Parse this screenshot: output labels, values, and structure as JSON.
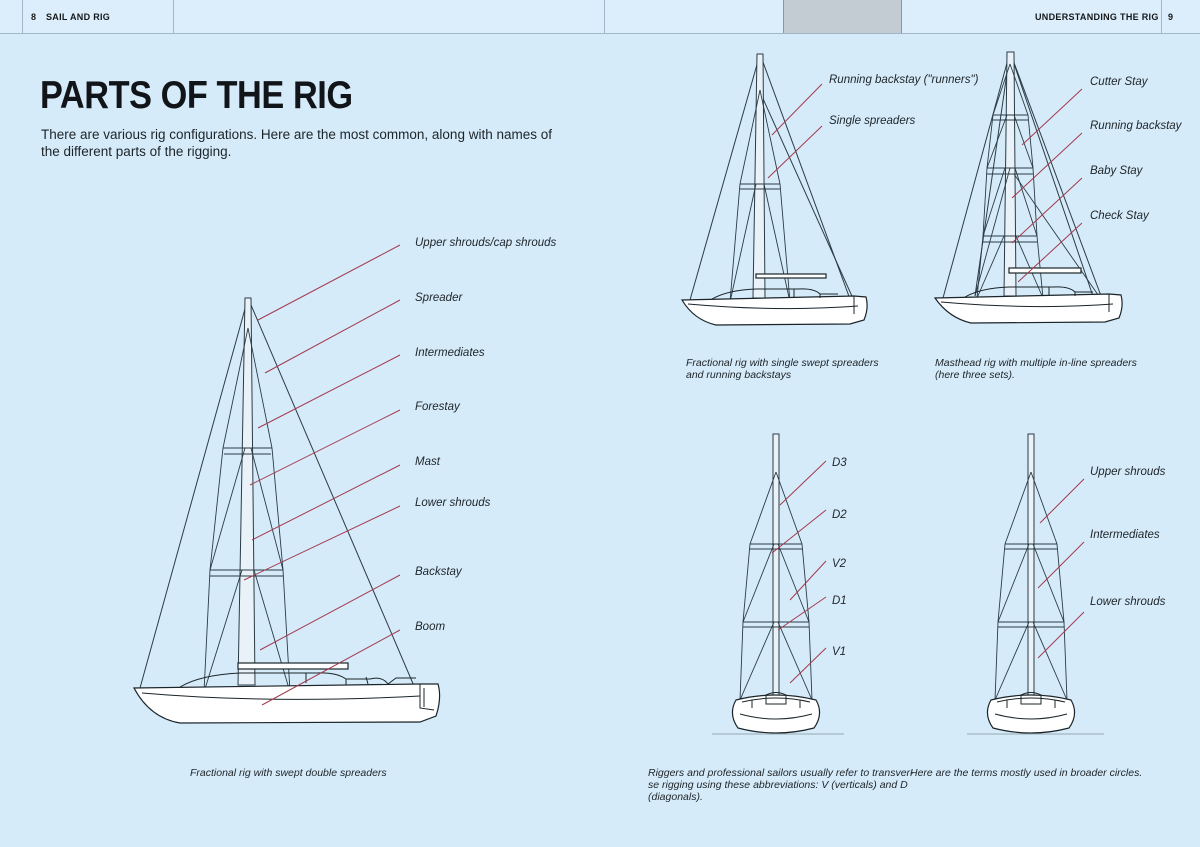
{
  "header": {
    "left_page_number": "8",
    "left_section": "SAIL AND RIG",
    "right_section": "UNDERSTANDING THE RIG",
    "right_page_number": "9"
  },
  "page": {
    "title": "PARTS OF THE RIG",
    "intro": "There are various rig configurations. Here are the most common, along with names of the different parts of the rigging."
  },
  "figures": {
    "main": {
      "caption": "Fractional rig with swept double spreaders",
      "labels": [
        "Upper shrouds/cap shrouds",
        "Spreader",
        "Intermediates",
        "Forestay",
        "Mast",
        "Lower shrouds",
        "Backstay",
        "Boom"
      ]
    },
    "fractional": {
      "caption_line1": "Fractional rig with single swept spreaders",
      "caption_line2": "and running backstays",
      "labels": [
        "Running backstay (\"runners\")",
        "Single spreaders"
      ]
    },
    "masthead": {
      "caption_line1": "Masthead rig with multiple in-line spreaders",
      "caption_line2": "(here three sets).",
      "labels": [
        "Cutter Stay",
        "Running backstay",
        "Baby Stay",
        "Check Stay"
      ]
    },
    "abbreviations": {
      "caption_line1": "Riggers and professional sailors usually refer to transver-",
      "caption_line2": "se rigging using these abbreviations: V (verticals) and D",
      "caption_line3": "(diagonals).",
      "labels": [
        "D3",
        "D2",
        "V2",
        "D1",
        "V1"
      ]
    },
    "terms": {
      "caption": "Here are the terms mostly used in broader circles.",
      "labels": [
        "Upper shrouds",
        "Intermediates",
        "Lower shrouds"
      ]
    }
  },
  "colors": {
    "background": "#d6ebf9",
    "leader_line": "#a23a4e",
    "rigging": "#2a3b45",
    "header_box": "#c2ccd2",
    "text": "#20272c"
  }
}
